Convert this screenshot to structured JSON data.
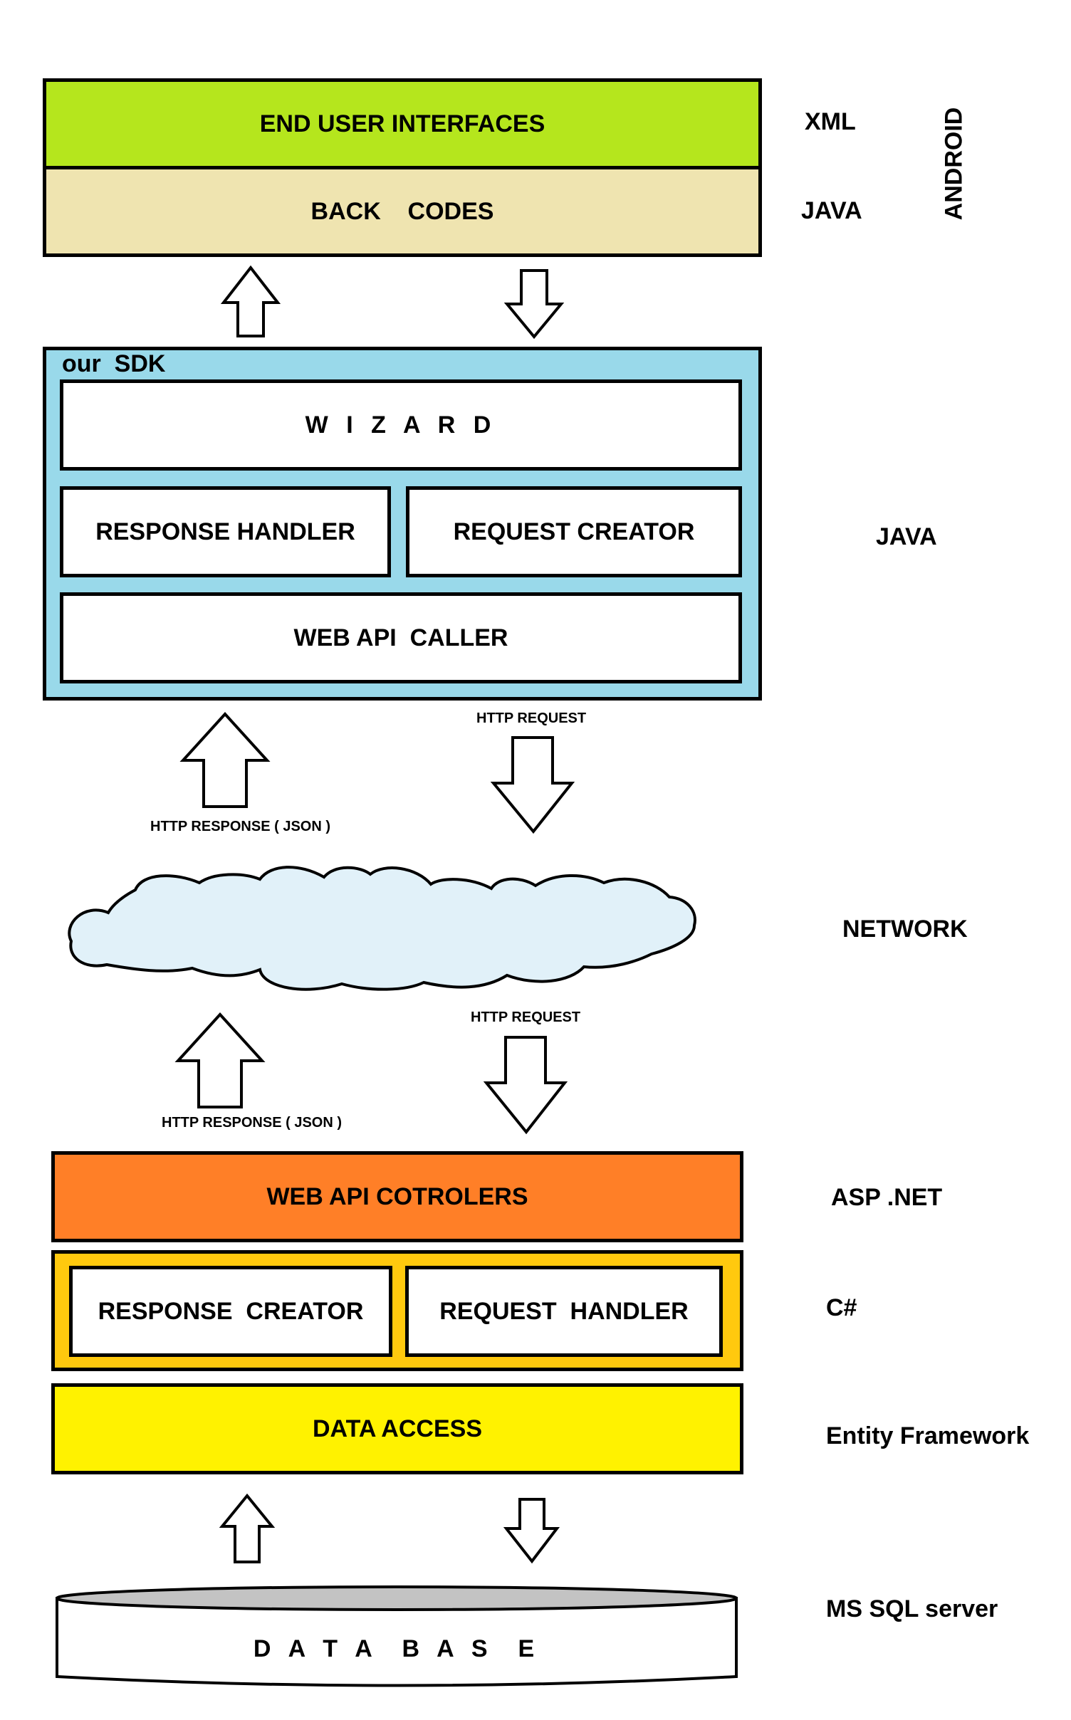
{
  "android_stack": {
    "top": "END USER INTERFACES",
    "bottom": "BACK    CODES",
    "colors": {
      "top": "#b5e61d",
      "bottom": "#efe4b0"
    }
  },
  "sdk": {
    "title": "our  SDK",
    "wizard": "W I Z A R D",
    "response_handler": "RESPONSE HANDLER",
    "request_creator": "REQUEST CREATOR",
    "web_api_caller": "WEB API  CALLER",
    "color": "#99d9ea"
  },
  "arrows": {
    "http_request_upper": "HTTP REQUEST",
    "http_response_upper": "HTTP RESPONSE ( JSON )",
    "http_request_lower": "HTTP REQUEST",
    "http_response_lower": "HTTP RESPONSE ( JSON )"
  },
  "network": {
    "cloud_color": "#e1f1f9"
  },
  "server": {
    "controllers": "WEB API COTROLERS",
    "response_creator": "RESPONSE  CREATOR",
    "request_handler": "REQUEST  HANDLER",
    "data_access": "DATA ACCESS",
    "colors": {
      "controllers": "#ff7f27",
      "logic": "#ffc90e",
      "data_access": "#fff200"
    }
  },
  "database": {
    "label": "D A T A  B A S  E",
    "top_color": "#c3c3c3"
  },
  "side_labels": {
    "xml": "XML",
    "java_top": "JAVA",
    "android": "ANDROID",
    "java_sdk": "JAVA",
    "network": "NETWORK",
    "asp_net": "ASP .NET",
    "csharp": "C#",
    "entity_framework": "Entity Framework",
    "ms_sql": "MS SQL server"
  }
}
